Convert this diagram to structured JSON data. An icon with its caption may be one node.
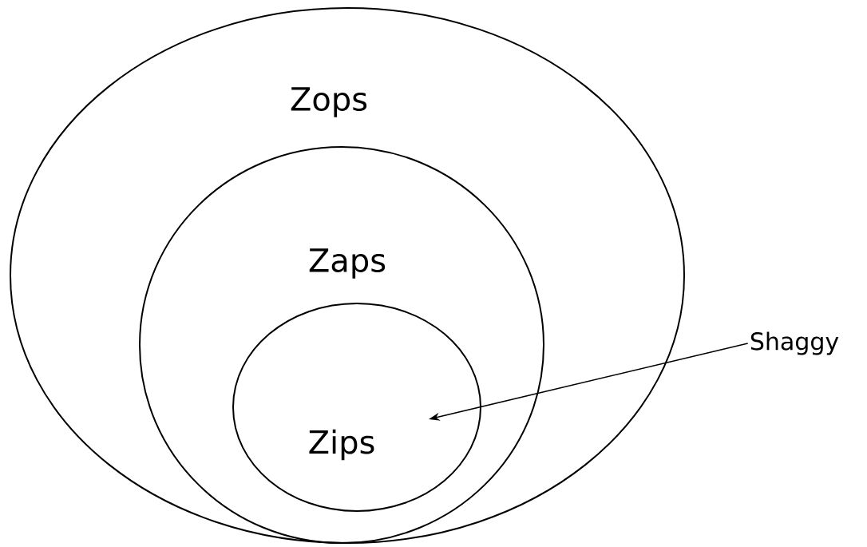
{
  "diagram": {
    "nodes": [
      {
        "text": [
          "Zops"
        ]
      },
      {
        "text": [
          "Zaps"
        ],
        "in": 0
      },
      {
        "text": [
          "Zips"
        ],
        "in": 1
      },
      {
        "text": [
          "Shaggy"
        ]
      }
    ],
    "edges": [
      {
        "from": 3,
        "to": 2,
        "arrow": "to"
      }
    ]
  }
}
